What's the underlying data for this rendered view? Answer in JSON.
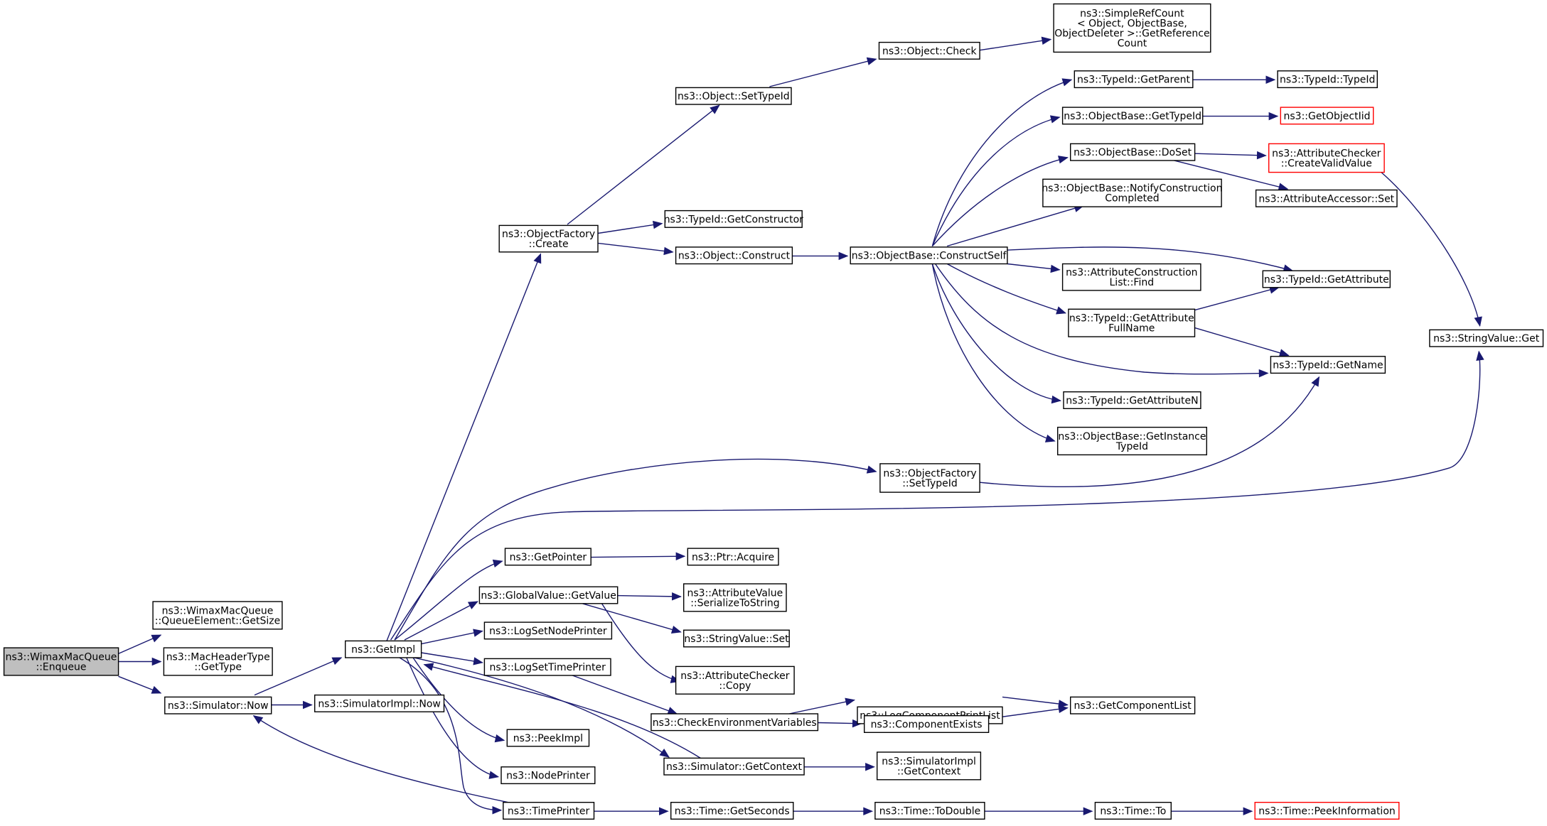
{
  "colors": {
    "edge": "#191970",
    "root_fill": "#bfbfbf",
    "node_fill": "#ffffff",
    "node_stroke": "#000000",
    "truncated_stroke": "#ff0000"
  },
  "nodes": [
    {
      "id": "n0",
      "lines": [
        "ns3::WimaxMacQueue",
        "::Enqueue"
      ],
      "root": true
    },
    {
      "id": "n1",
      "lines": [
        "ns3::WimaxMacQueue",
        "::QueueElement::GetSize"
      ]
    },
    {
      "id": "n2",
      "lines": [
        "ns3::MacHeaderType",
        "::GetType"
      ]
    },
    {
      "id": "n3",
      "lines": [
        "ns3::Simulator::Now"
      ]
    },
    {
      "id": "n4",
      "lines": [
        "ns3::GetImpl"
      ]
    },
    {
      "id": "n5",
      "lines": [
        "ns3::SimulatorImpl::Now"
      ]
    },
    {
      "id": "n6",
      "lines": [
        "ns3::ObjectFactory",
        "::Create"
      ]
    },
    {
      "id": "n7",
      "lines": [
        "ns3::Object::SetTypeId"
      ]
    },
    {
      "id": "n8",
      "lines": [
        "ns3::Object::Check"
      ]
    },
    {
      "id": "n9",
      "lines": [
        "ns3::SimpleRefCount",
        "< Object, ObjectBase,",
        "ObjectDeleter >::GetReference",
        "Count"
      ]
    },
    {
      "id": "n10",
      "lines": [
        "ns3::TypeId::GetConstructor"
      ]
    },
    {
      "id": "n11",
      "lines": [
        "ns3::Object::Construct"
      ]
    },
    {
      "id": "n12",
      "lines": [
        "ns3::ObjectBase::ConstructSelf"
      ]
    },
    {
      "id": "n13",
      "lines": [
        "ns3::TypeId::GetParent"
      ]
    },
    {
      "id": "n14",
      "lines": [
        "ns3::TypeId::TypeId"
      ]
    },
    {
      "id": "n15",
      "lines": [
        "ns3::ObjectBase::GetTypeId"
      ]
    },
    {
      "id": "n16",
      "lines": [
        "ns3::GetObjectIid"
      ],
      "truncated": true
    },
    {
      "id": "n17",
      "lines": [
        "ns3::ObjectBase::DoSet"
      ]
    },
    {
      "id": "n18",
      "lines": [
        "ns3::AttributeChecker",
        "::CreateValidValue"
      ],
      "truncated": true
    },
    {
      "id": "n19",
      "lines": [
        "ns3::AttributeAccessor::Set"
      ]
    },
    {
      "id": "n20",
      "lines": [
        "ns3::ObjectBase::NotifyConstruction",
        "Completed"
      ]
    },
    {
      "id": "n21",
      "lines": [
        "ns3::AttributeConstruction",
        "List::Find"
      ]
    },
    {
      "id": "n22",
      "lines": [
        "ns3::TypeId::GetAttribute"
      ]
    },
    {
      "id": "n23",
      "lines": [
        "ns3::TypeId::GetAttribute",
        "FullName"
      ]
    },
    {
      "id": "n24",
      "lines": [
        "ns3::StringValue::Get"
      ]
    },
    {
      "id": "n25",
      "lines": [
        "ns3::TypeId::GetName"
      ]
    },
    {
      "id": "n26",
      "lines": [
        "ns3::TypeId::GetAttributeN"
      ]
    },
    {
      "id": "n27",
      "lines": [
        "ns3::ObjectBase::GetInstance",
        "TypeId"
      ]
    },
    {
      "id": "n28",
      "lines": [
        "ns3::ObjectFactory",
        "::SetTypeId"
      ]
    },
    {
      "id": "n29",
      "lines": [
        "ns3::GetPointer"
      ]
    },
    {
      "id": "n30",
      "lines": [
        "ns3::Ptr::Acquire"
      ]
    },
    {
      "id": "n31",
      "lines": [
        "ns3::GlobalValue::GetValue"
      ]
    },
    {
      "id": "n32",
      "lines": [
        "ns3::AttributeValue",
        "::SerializeToString"
      ]
    },
    {
      "id": "n33",
      "lines": [
        "ns3::LogSetNodePrinter"
      ]
    },
    {
      "id": "n34",
      "lines": [
        "ns3::StringValue::Set"
      ]
    },
    {
      "id": "n35",
      "lines": [
        "ns3::LogSetTimePrinter"
      ]
    },
    {
      "id": "n36",
      "lines": [
        "ns3::AttributeChecker",
        "::Copy"
      ]
    },
    {
      "id": "n37",
      "lines": [
        "ns3::LogComponentPrintList"
      ]
    },
    {
      "id": "n38",
      "lines": [
        "ns3::GetComponentList"
      ]
    },
    {
      "id": "n39",
      "lines": [
        "ns3::CheckEnvironmentVariables"
      ]
    },
    {
      "id": "n40",
      "lines": [
        "ns3::ComponentExists"
      ]
    },
    {
      "id": "n41",
      "lines": [
        "ns3::PeekImpl"
      ]
    },
    {
      "id": "n42",
      "lines": [
        "ns3::Simulator::GetContext"
      ]
    },
    {
      "id": "n43",
      "lines": [
        "ns3::SimulatorImpl",
        "::GetContext"
      ]
    },
    {
      "id": "n44",
      "lines": [
        "ns3::NodePrinter"
      ]
    },
    {
      "id": "n45",
      "lines": [
        "ns3::TimePrinter"
      ]
    },
    {
      "id": "n46",
      "lines": [
        "ns3::Time::GetSeconds"
      ]
    },
    {
      "id": "n47",
      "lines": [
        "ns3::Time::ToDouble"
      ]
    },
    {
      "id": "n48",
      "lines": [
        "ns3::Time::To"
      ]
    },
    {
      "id": "n49",
      "lines": [
        "ns3::Time::PeekInformation"
      ],
      "truncated": true
    }
  ],
  "edges": [
    [
      "n0",
      "n1"
    ],
    [
      "n0",
      "n2"
    ],
    [
      "n0",
      "n3"
    ],
    [
      "n3",
      "n4"
    ],
    [
      "n3",
      "n5"
    ],
    [
      "n4",
      "n6"
    ],
    [
      "n4",
      "n24"
    ],
    [
      "n4",
      "n28"
    ],
    [
      "n4",
      "n29"
    ],
    [
      "n4",
      "n31"
    ],
    [
      "n4",
      "n33"
    ],
    [
      "n4",
      "n35"
    ],
    [
      "n4",
      "n41"
    ],
    [
      "n4",
      "n42"
    ],
    [
      "n4",
      "n44"
    ],
    [
      "n4",
      "n45"
    ],
    [
      "n6",
      "n7"
    ],
    [
      "n6",
      "n10"
    ],
    [
      "n6",
      "n11"
    ],
    [
      "n7",
      "n8"
    ],
    [
      "n8",
      "n9"
    ],
    [
      "n11",
      "n12"
    ],
    [
      "n12",
      "n13"
    ],
    [
      "n12",
      "n15"
    ],
    [
      "n12",
      "n17"
    ],
    [
      "n12",
      "n20"
    ],
    [
      "n12",
      "n21"
    ],
    [
      "n12",
      "n22"
    ],
    [
      "n12",
      "n23"
    ],
    [
      "n12",
      "n25"
    ],
    [
      "n12",
      "n26"
    ],
    [
      "n12",
      "n27"
    ],
    [
      "n13",
      "n14"
    ],
    [
      "n15",
      "n16"
    ],
    [
      "n17",
      "n18"
    ],
    [
      "n17",
      "n19"
    ],
    [
      "n18",
      "n24"
    ],
    [
      "n23",
      "n22"
    ],
    [
      "n23",
      "n25"
    ],
    [
      "n28",
      "n25"
    ],
    [
      "n29",
      "n30"
    ],
    [
      "n31",
      "n32"
    ],
    [
      "n31",
      "n34"
    ],
    [
      "n31",
      "n36"
    ],
    [
      "n35",
      "n39"
    ],
    [
      "n39",
      "n37"
    ],
    [
      "n39",
      "n40"
    ],
    [
      "n37",
      "n38"
    ],
    [
      "n40",
      "n38"
    ],
    [
      "n42",
      "n4"
    ],
    [
      "n42",
      "n43"
    ],
    [
      "n45",
      "n3"
    ],
    [
      "n45",
      "n46"
    ],
    [
      "n46",
      "n47"
    ],
    [
      "n47",
      "n48"
    ],
    [
      "n48",
      "n49"
    ]
  ]
}
